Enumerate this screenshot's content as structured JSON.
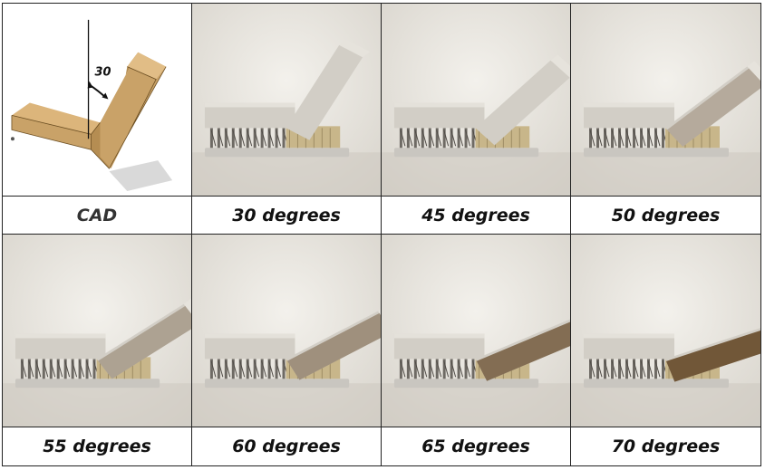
{
  "cad": {
    "label": "CAD",
    "angle_label": "30",
    "colors": {
      "body": "#c9a268",
      "dark": "#8e6a35",
      "shadow": "#d9d9d9"
    }
  },
  "samples": [
    {
      "label": "30 degrees",
      "overhang_angle": 30,
      "degradation": 0
    },
    {
      "label": "45 degrees",
      "overhang_angle": 45,
      "degradation": 0
    },
    {
      "label": "50 degrees",
      "overhang_angle": 50,
      "degradation": 0.05
    },
    {
      "label": "55 degrees",
      "overhang_angle": 55,
      "degradation": 0.15
    },
    {
      "label": "60 degrees",
      "overhang_angle": 60,
      "degradation": 0.35
    },
    {
      "label": "65 degrees",
      "overhang_angle": 65,
      "degradation": 0.75
    },
    {
      "label": "70 degrees",
      "overhang_angle": 70,
      "degradation": 1
    }
  ],
  "colors": {
    "background": "#ece9e3",
    "part": "#d2cec6",
    "support": "#6e6a64",
    "rough": "#6b5030",
    "base_plate": "#c9c6c0"
  }
}
